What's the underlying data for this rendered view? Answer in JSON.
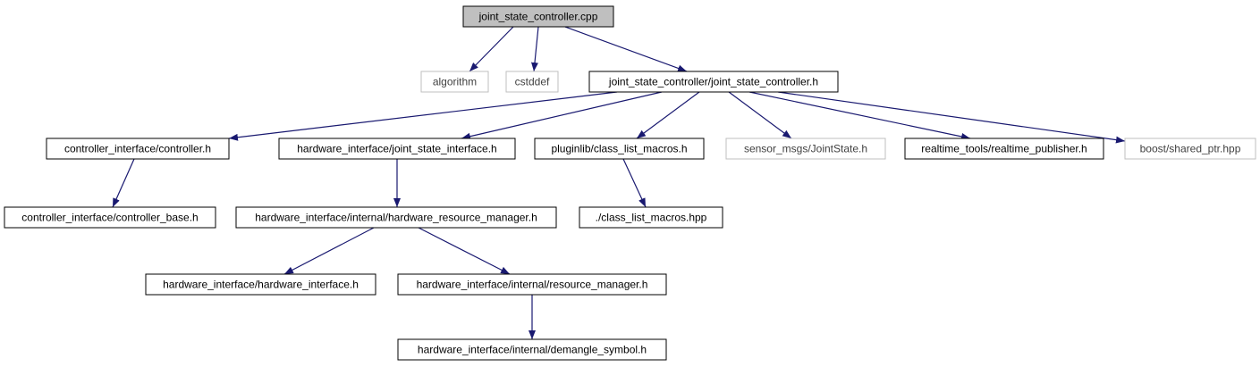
{
  "graph": {
    "colors": {
      "edge": "#191970",
      "root_fill": "#bfbfbf",
      "border_documented": "#000000",
      "border_external": "#bfbfbf",
      "background": "#ffffff"
    },
    "nodes": [
      {
        "id": "root",
        "label": "joint_state_controller.cpp",
        "style": "root"
      },
      {
        "id": "algorithm",
        "label": "algorithm",
        "style": "external"
      },
      {
        "id": "cstddef",
        "label": "cstddef",
        "style": "external"
      },
      {
        "id": "jsc_h",
        "label": "joint_state_controller/joint_state_controller.h",
        "style": "documented"
      },
      {
        "id": "ctrl_h",
        "label": "controller_interface/controller.h",
        "style": "documented"
      },
      {
        "id": "jsi_h",
        "label": "hardware_interface/joint_state_interface.h",
        "style": "documented"
      },
      {
        "id": "clm_h",
        "label": "pluginlib/class_list_macros.h",
        "style": "documented"
      },
      {
        "id": "js_h",
        "label": "sensor_msgs/JointState.h",
        "style": "external"
      },
      {
        "id": "rtp_h",
        "label": "realtime_tools/realtime_publisher.h",
        "style": "documented"
      },
      {
        "id": "sp_hpp",
        "label": "boost/shared_ptr.hpp",
        "style": "external"
      },
      {
        "id": "cb_h",
        "label": "controller_interface/controller_base.h",
        "style": "documented"
      },
      {
        "id": "hrm_h",
        "label": "hardware_interface/internal/hardware_resource_manager.h",
        "style": "documented"
      },
      {
        "id": "clm_hpp",
        "label": "./class_list_macros.hpp",
        "style": "documented"
      },
      {
        "id": "hi_h",
        "label": "hardware_interface/hardware_interface.h",
        "style": "documented"
      },
      {
        "id": "rm_h",
        "label": "hardware_interface/internal/resource_manager.h",
        "style": "documented"
      },
      {
        "id": "ds_h",
        "label": "hardware_interface/internal/demangle_symbol.h",
        "style": "documented"
      }
    ],
    "edges": [
      {
        "from": "root",
        "to": "algorithm"
      },
      {
        "from": "root",
        "to": "cstddef"
      },
      {
        "from": "root",
        "to": "jsc_h"
      },
      {
        "from": "jsc_h",
        "to": "ctrl_h"
      },
      {
        "from": "jsc_h",
        "to": "jsi_h"
      },
      {
        "from": "jsc_h",
        "to": "clm_h"
      },
      {
        "from": "jsc_h",
        "to": "js_h"
      },
      {
        "from": "jsc_h",
        "to": "rtp_h"
      },
      {
        "from": "jsc_h",
        "to": "sp_hpp"
      },
      {
        "from": "ctrl_h",
        "to": "cb_h"
      },
      {
        "from": "jsi_h",
        "to": "hrm_h"
      },
      {
        "from": "clm_h",
        "to": "clm_hpp"
      },
      {
        "from": "hrm_h",
        "to": "hi_h"
      },
      {
        "from": "hrm_h",
        "to": "rm_h"
      },
      {
        "from": "rm_h",
        "to": "ds_h"
      }
    ]
  }
}
